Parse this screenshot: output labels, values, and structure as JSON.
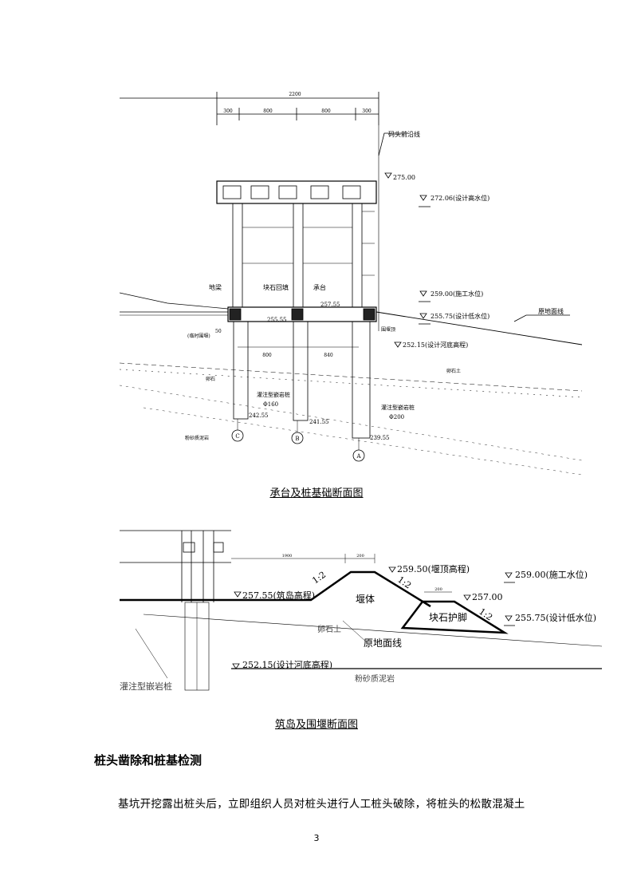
{
  "figure1": {
    "caption": "承台及桩基础断面图",
    "dims": {
      "total": "2200",
      "seg1": "300",
      "seg2": "800",
      "seg3": "800",
      "seg4": "300",
      "low1": "800",
      "low2": "840",
      "small": "50"
    },
    "labels": {
      "wharf_line": "码头前沿线",
      "el_top": "275.00",
      "el_high": "272.06(设计高水位)",
      "el_work": "259.00(施工水位)",
      "el_low": "255.75(设计低水位)",
      "el_bed": "252.15(设计河底高程)",
      "ground_line": "原地面线",
      "ground_beam": "地梁",
      "rock_fill": "块石回填",
      "cap": "承台",
      "el_cap": "257.55",
      "el_fill": "255.55",
      "temp_cofferdam": "(临时围堰)",
      "cofferdam_top": "围堰顶",
      "pile_label": "灌注型嵌岩桩",
      "pile_d1": "Φ160",
      "pile_d2": "Φ200",
      "pebble": "卵石",
      "pebble2": "卵石土",
      "silt": "粉砂质泥岩",
      "el_c": "242.55",
      "el_b": "241.55",
      "el_a": "239.55",
      "axis_c": "C",
      "axis_b": "B",
      "axis_a": "A"
    }
  },
  "figure2": {
    "caption": "筑岛及围堰断面图",
    "labels": {
      "dim_1": "1900",
      "dim_2": "200",
      "dim_3": "200",
      "slope1": "1:2",
      "slope2": "1:2",
      "slope3": "1:2",
      "el_crest": "259.50(堰顶高程)",
      "el_island": "257.55(筑岛高程)",
      "el_toe": "257.00",
      "el_work": "259.00(施工水位)",
      "el_low": "255.75(设计低水位)",
      "el_bed": "252.15(设计河底高程)",
      "weir_body": "堰体",
      "rock_toe": "块石护脚",
      "pebble_soil": "卵石土",
      "ground_line": "原地面线",
      "silt": "粉砂质泥岩",
      "pile": "灌注型嵌岩桩"
    }
  },
  "section": {
    "heading": "桩头凿除和桩基检测",
    "paragraph": "基坑开挖露出桩头后，立即组织人员对桩头进行人工桩头破除，将桩头的松散混凝土"
  },
  "page_number": "3"
}
